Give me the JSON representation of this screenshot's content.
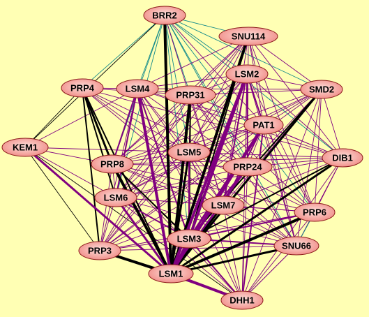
{
  "canvas": {
    "background": "#ffffb4"
  },
  "palette": {
    "node_fill_center": "#fde0dc",
    "node_fill_edge": "#f08a84",
    "node_stroke": "#8b1a1a",
    "edge_black": "#000000",
    "edge_purple": "#800080",
    "edge_teal": "#128a8a"
  },
  "nodes": [
    {
      "id": "BRR2",
      "label": "BRR2"
    },
    {
      "id": "SNU114",
      "label": "SNU114"
    },
    {
      "id": "LSM2",
      "label": "LSM2"
    },
    {
      "id": "SMD2",
      "label": "SMD2"
    },
    {
      "id": "PRP4",
      "label": "PRP4"
    },
    {
      "id": "LSM4",
      "label": "LSM4"
    },
    {
      "id": "PRP31",
      "label": "PRP31"
    },
    {
      "id": "PAT1",
      "label": "PAT1"
    },
    {
      "id": "KEM1",
      "label": "KEM1"
    },
    {
      "id": "DIB1",
      "label": "DIB1"
    },
    {
      "id": "PRP8",
      "label": "PRP8"
    },
    {
      "id": "LSM5",
      "label": "LSM5"
    },
    {
      "id": "PRP24",
      "label": "PRP24"
    },
    {
      "id": "LSM6",
      "label": "LSM6"
    },
    {
      "id": "LSM7",
      "label": "LSM7"
    },
    {
      "id": "PRP6",
      "label": "PRP6"
    },
    {
      "id": "LSM3",
      "label": "LSM3"
    },
    {
      "id": "SNU66",
      "label": "SNU66"
    },
    {
      "id": "PRP3",
      "label": "PRP3"
    },
    {
      "id": "LSM1",
      "label": "LSM1"
    },
    {
      "id": "DHH1",
      "label": "DHH1"
    }
  ],
  "edges": [
    [
      "LSM1",
      "BRR2",
      "black",
      4
    ],
    [
      "LSM1",
      "SNU114",
      "black",
      4
    ],
    [
      "LSM1",
      "LSM2",
      "purple",
      4
    ],
    [
      "LSM1",
      "SMD2",
      "black",
      3
    ],
    [
      "LSM1",
      "PRP4",
      "black",
      2
    ],
    [
      "LSM1",
      "LSM4",
      "purple",
      4
    ],
    [
      "LSM1",
      "PRP31",
      "black",
      4
    ],
    [
      "LSM1",
      "PAT1",
      "purple",
      4
    ],
    [
      "LSM1",
      "KEM1",
      "purple",
      3
    ],
    [
      "LSM1",
      "DIB1",
      "black",
      3
    ],
    [
      "LSM1",
      "PRP8",
      "black",
      4
    ],
    [
      "LSM1",
      "LSM5",
      "black",
      3
    ],
    [
      "LSM1",
      "PRP24",
      "purple",
      3
    ],
    [
      "LSM1",
      "LSM6",
      "purple",
      3
    ],
    [
      "LSM1",
      "LSM7",
      "black",
      3
    ],
    [
      "LSM1",
      "PRP6",
      "black",
      4
    ],
    [
      "LSM1",
      "LSM3",
      "purple",
      3
    ],
    [
      "LSM1",
      "SNU66",
      "black",
      3
    ],
    [
      "LSM1",
      "PRP3",
      "black",
      4
    ],
    [
      "LSM1",
      "DHH1",
      "purple",
      4
    ],
    [
      "LSM3",
      "LSM2",
      "purple",
      4
    ],
    [
      "LSM3",
      "SMD2",
      "black",
      2
    ],
    [
      "LSM3",
      "PAT1",
      "purple",
      3
    ],
    [
      "LSM3",
      "LSM4",
      "purple",
      2
    ],
    [
      "LSM3",
      "PRP24",
      "purple",
      2
    ],
    [
      "LSM3",
      "PRP8",
      "black",
      2
    ],
    [
      "LSM3",
      "DHH1",
      "purple",
      2
    ],
    [
      "LSM3",
      "PRP6",
      "purple",
      2
    ],
    [
      "LSM3",
      "SNU66",
      "purple",
      2
    ],
    [
      "PRP4",
      "PRP8",
      "black",
      3
    ],
    [
      "PRP4",
      "LSM6",
      "black",
      2
    ],
    [
      "PRP4",
      "PRP3",
      "black",
      2
    ],
    [
      "PRP4",
      "KEM1",
      "black",
      1
    ],
    [
      "PRP4",
      "BRR2",
      "teal",
      1
    ],
    [
      "PRP4",
      "PRP31",
      "purple",
      1
    ],
    [
      "PRP4",
      "LSM4",
      "purple",
      1
    ],
    [
      "PRP4",
      "LSM5",
      "purple",
      1
    ],
    [
      "PRP4",
      "PRP24",
      "purple",
      1
    ],
    [
      "PRP4",
      "DIB1",
      "purple",
      1
    ],
    [
      "PRP4",
      "SNU66",
      "purple",
      1
    ],
    [
      "PRP4",
      "LSM7",
      "purple",
      1
    ],
    [
      "KEM1",
      "PRP3",
      "black",
      1
    ],
    [
      "KEM1",
      "BRR2",
      "black",
      1
    ],
    [
      "KEM1",
      "LSM6",
      "purple",
      1
    ],
    [
      "KEM1",
      "LSM5",
      "purple",
      1
    ],
    [
      "KEM1",
      "PRP8",
      "purple",
      1
    ],
    [
      "KEM1",
      "LSM4",
      "purple",
      1
    ],
    [
      "KEM1",
      "DHH1",
      "black",
      1
    ],
    [
      "BRR2",
      "PRP8",
      "teal",
      1
    ],
    [
      "BRR2",
      "PRP31",
      "teal",
      1
    ],
    [
      "BRR2",
      "LSM4",
      "teal",
      1
    ],
    [
      "BRR2",
      "SNU114",
      "teal",
      1
    ],
    [
      "BRR2",
      "LSM2",
      "teal",
      1
    ],
    [
      "BRR2",
      "SMD2",
      "teal",
      1
    ],
    [
      "BRR2",
      "PRP24",
      "teal",
      1
    ],
    [
      "BRR2",
      "LSM5",
      "teal",
      1
    ],
    [
      "BRR2",
      "PRP6",
      "teal",
      1
    ],
    [
      "BRR2",
      "SNU66",
      "teal",
      1
    ],
    [
      "BRR2",
      "DIB1",
      "teal",
      1
    ],
    [
      "BRR2",
      "PAT1",
      "purple",
      1
    ],
    [
      "BRR2",
      "LSM3",
      "teal",
      1
    ],
    [
      "BRR2",
      "LSM7",
      "purple",
      1
    ],
    [
      "BRR2",
      "LSM6",
      "teal",
      1
    ],
    [
      "SNU114",
      "PRP8",
      "purple",
      1
    ],
    [
      "SNU114",
      "PRP31",
      "purple",
      1
    ],
    [
      "SNU114",
      "LSM4",
      "purple",
      1
    ],
    [
      "SNU114",
      "PRP6",
      "purple",
      1
    ],
    [
      "SNU114",
      "SNU66",
      "purple",
      1
    ],
    [
      "SNU114",
      "DIB1",
      "purple",
      1
    ],
    [
      "SNU114",
      "SMD2",
      "purple",
      1
    ],
    [
      "SNU114",
      "PRP3",
      "purple",
      1
    ],
    [
      "SNU114",
      "LSM6",
      "purple",
      1
    ],
    [
      "SNU114",
      "LSM5",
      "purple",
      1
    ],
    [
      "SNU114",
      "PRP24",
      "purple",
      1
    ],
    [
      "SNU114",
      "LSM7",
      "purple",
      1
    ],
    [
      "SNU114",
      "LSM3",
      "black",
      2
    ],
    [
      "SNU114",
      "PAT1",
      "purple",
      1
    ],
    [
      "LSM2",
      "PAT1",
      "purple",
      2
    ],
    [
      "LSM2",
      "PRP24",
      "purple",
      2
    ],
    [
      "LSM2",
      "LSM7",
      "purple",
      2
    ],
    [
      "LSM2",
      "LSM5",
      "purple",
      1
    ],
    [
      "LSM2",
      "LSM6",
      "purple",
      1
    ],
    [
      "LSM2",
      "PRP8",
      "purple",
      1
    ],
    [
      "LSM2",
      "DHH1",
      "purple",
      1
    ],
    [
      "LSM2",
      "DIB1",
      "purple",
      1
    ],
    [
      "LSM2",
      "PRP6",
      "purple",
      1
    ],
    [
      "LSM2",
      "SNU66",
      "purple",
      1
    ],
    [
      "LSM2",
      "SMD2",
      "purple",
      1
    ],
    [
      "LSM2",
      "LSM4",
      "purple",
      1
    ],
    [
      "LSM2",
      "PRP3",
      "purple",
      1
    ],
    [
      "LSM2",
      "PRP31",
      "purple",
      1
    ],
    [
      "SMD2",
      "PRP8",
      "purple",
      1
    ],
    [
      "SMD2",
      "PRP24",
      "purple",
      1
    ],
    [
      "SMD2",
      "LSM7",
      "purple",
      1
    ],
    [
      "SMD2",
      "PAT1",
      "purple",
      1
    ],
    [
      "SMD2",
      "DIB1",
      "purple",
      1
    ],
    [
      "SMD2",
      "PRP6",
      "purple",
      1
    ],
    [
      "SMD2",
      "SNU66",
      "purple",
      1
    ],
    [
      "SMD2",
      "LSM5",
      "purple",
      1
    ],
    [
      "SMD2",
      "LSM6",
      "purple",
      1
    ],
    [
      "SMD2",
      "PRP3",
      "purple",
      1
    ],
    [
      "SMD2",
      "DHH1",
      "purple",
      1
    ],
    [
      "SMD2",
      "LSM4",
      "purple",
      1
    ],
    [
      "SMD2",
      "PRP31",
      "purple",
      1
    ],
    [
      "LSM4",
      "PRP8",
      "purple",
      2
    ],
    [
      "LSM4",
      "LSM6",
      "purple",
      2
    ],
    [
      "LSM4",
      "LSM5",
      "purple",
      1
    ],
    [
      "LSM4",
      "PRP31",
      "purple",
      1
    ],
    [
      "LSM4",
      "PRP3",
      "purple",
      1
    ],
    [
      "LSM4",
      "PRP24",
      "purple",
      1
    ],
    [
      "LSM4",
      "LSM7",
      "purple",
      1
    ],
    [
      "LSM4",
      "PAT1",
      "purple",
      1
    ],
    [
      "LSM4",
      "DHH1",
      "purple",
      1
    ],
    [
      "LSM4",
      "DIB1",
      "purple",
      1
    ],
    [
      "PRP31",
      "LSM5",
      "purple",
      1
    ],
    [
      "PRP31",
      "PRP8",
      "purple",
      1
    ],
    [
      "PRP31",
      "LSM6",
      "purple",
      1
    ],
    [
      "PRP31",
      "PRP24",
      "purple",
      1
    ],
    [
      "PRP31",
      "LSM7",
      "purple",
      1
    ],
    [
      "PRP31",
      "PAT1",
      "purple",
      1
    ],
    [
      "PRP31",
      "PRP6",
      "purple",
      1
    ],
    [
      "PRP31",
      "SNU66",
      "purple",
      1
    ],
    [
      "PRP31",
      "DIB1",
      "purple",
      1
    ],
    [
      "PRP31",
      "PRP3",
      "purple",
      1
    ],
    [
      "PRP31",
      "LSM3",
      "black",
      2
    ],
    [
      "PAT1",
      "PRP24",
      "purple",
      1
    ],
    [
      "PAT1",
      "LSM7",
      "purple",
      2
    ],
    [
      "PAT1",
      "LSM5",
      "purple",
      1
    ],
    [
      "PAT1",
      "PRP8",
      "purple",
      1
    ],
    [
      "PAT1",
      "LSM6",
      "purple",
      1
    ],
    [
      "PAT1",
      "DHH1",
      "purple",
      2
    ],
    [
      "PAT1",
      "DIB1",
      "purple",
      1
    ],
    [
      "PAT1",
      "PRP6",
      "purple",
      1
    ],
    [
      "PAT1",
      "SNU66",
      "purple",
      1
    ],
    [
      "PAT1",
      "PRP3",
      "purple",
      1
    ],
    [
      "DIB1",
      "PRP8",
      "purple",
      1
    ],
    [
      "DIB1",
      "PRP24",
      "purple",
      1
    ],
    [
      "DIB1",
      "LSM7",
      "purple",
      1
    ],
    [
      "DIB1",
      "PRP6",
      "purple",
      1
    ],
    [
      "DIB1",
      "SNU66",
      "purple",
      1
    ],
    [
      "DIB1",
      "LSM5",
      "purple",
      1
    ],
    [
      "DIB1",
      "LSM3",
      "black",
      2
    ],
    [
      "DIB1",
      "DHH1",
      "purple",
      1
    ],
    [
      "DIB1",
      "LSM6",
      "purple",
      1
    ],
    [
      "PRP8",
      "LSM5",
      "purple",
      1
    ],
    [
      "PRP8",
      "LSM6",
      "purple",
      1
    ],
    [
      "PRP8",
      "PRP24",
      "purple",
      1
    ],
    [
      "PRP8",
      "LSM7",
      "purple",
      1
    ],
    [
      "PRP8",
      "PRP3",
      "purple",
      1
    ],
    [
      "PRP8",
      "PRP6",
      "purple",
      1
    ],
    [
      "PRP8",
      "SNU66",
      "purple",
      1
    ],
    [
      "PRP8",
      "DHH1",
      "purple",
      1
    ],
    [
      "LSM5",
      "LSM6",
      "purple",
      1
    ],
    [
      "LSM5",
      "PRP24",
      "purple",
      1
    ],
    [
      "LSM5",
      "LSM7",
      "purple",
      1
    ],
    [
      "LSM5",
      "LSM3",
      "purple",
      2
    ],
    [
      "LSM5",
      "PRP3",
      "purple",
      1
    ],
    [
      "LSM5",
      "PRP6",
      "purple",
      1
    ],
    [
      "LSM5",
      "SNU66",
      "purple",
      1
    ],
    [
      "LSM5",
      "DHH1",
      "purple",
      1
    ],
    [
      "PRP24",
      "LSM7",
      "purple",
      1
    ],
    [
      "PRP24",
      "LSM6",
      "purple",
      1
    ],
    [
      "PRP24",
      "PRP6",
      "purple",
      1
    ],
    [
      "PRP24",
      "SNU66",
      "purple",
      1
    ],
    [
      "PRP24",
      "PRP3",
      "purple",
      1
    ],
    [
      "PRP24",
      "DHH1",
      "purple",
      1
    ],
    [
      "PRP24",
      "LSM3",
      "purple",
      2
    ],
    [
      "LSM6",
      "LSM7",
      "purple",
      1
    ],
    [
      "LSM6",
      "PRP3",
      "purple",
      1
    ],
    [
      "LSM6",
      "LSM3",
      "purple",
      2
    ],
    [
      "LSM6",
      "PRP6",
      "purple",
      1
    ],
    [
      "LSM6",
      "SNU66",
      "purple",
      1
    ],
    [
      "LSM6",
      "DHH1",
      "purple",
      1
    ],
    [
      "LSM7",
      "PRP6",
      "purple",
      1
    ],
    [
      "LSM7",
      "SNU66",
      "purple",
      1
    ],
    [
      "LSM7",
      "PRP3",
      "purple",
      1
    ],
    [
      "LSM7",
      "DHH1",
      "purple",
      1
    ],
    [
      "PRP6",
      "SNU66",
      "teal",
      1
    ],
    [
      "PRP6",
      "DHH1",
      "purple",
      1
    ],
    [
      "PRP6",
      "PRP3",
      "purple",
      1
    ],
    [
      "SNU66",
      "DHH1",
      "purple",
      1
    ],
    [
      "SNU66",
      "PRP3",
      "purple",
      1
    ],
    [
      "PRP3",
      "LSM3",
      "purple",
      1
    ],
    [
      "PRP3",
      "DHH1",
      "purple",
      1
    ],
    [
      "DHH1",
      "SNU66",
      "purple",
      1
    ]
  ]
}
